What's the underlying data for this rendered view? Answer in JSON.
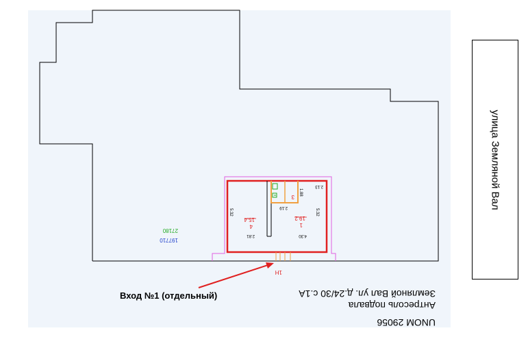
{
  "street_label": "улица Земляной Вал",
  "entry_label": "Вход №1 (отдельный)",
  "address_line1": "Антресоль подвала",
  "address_line2": "Земляной Вал ул. д.24/30 с.1А",
  "unom": "UNOM 29056",
  "building_codes": {
    "code_green": "27180",
    "code_blue": "197710"
  },
  "rooms": {
    "room1": {
      "number": "1",
      "area": "19.2"
    },
    "room3": {
      "number": "3"
    },
    "room4": {
      "number": "4",
      "area": "15.4"
    }
  },
  "dimensions": {
    "d_532_left": "5.32",
    "d_281": "2.81",
    "d_430": "4.30",
    "d_532_right": "5.32",
    "d_213": "2.13",
    "d_188": "1.88",
    "d_219": "2.19"
  },
  "entrance_marker": "1Н",
  "colors": {
    "outline": "#000000",
    "highlight": "#e02020",
    "magenta": "#e060e0",
    "orange": "#f0a040",
    "green": "#22aa22",
    "blue": "#2040cc",
    "sheet_bg": "#f0f5fb"
  }
}
